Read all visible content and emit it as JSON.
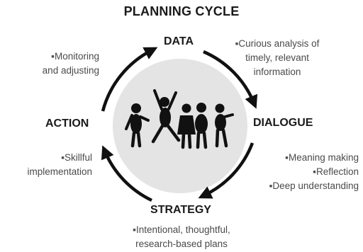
{
  "title": "PLANNING CYCLE",
  "stages": {
    "data": {
      "label": "DATA",
      "notes": [
        "▪Curious analysis of",
        "timely, relevant",
        "information"
      ]
    },
    "dialogue": {
      "label": "DIALOGUE",
      "notes": [
        "▪Meaning making",
        "▪Reflection",
        "▪Deep understanding"
      ]
    },
    "strategy": {
      "label": "STRATEGY",
      "notes": [
        "▪Intentional, thoughtful,",
        "research-based plans"
      ]
    },
    "action": {
      "label": "ACTION",
      "notes_top": [
        "▪Monitoring",
        "and adjusting"
      ],
      "notes_bottom": [
        "▪Skillful",
        "implementation"
      ]
    }
  },
  "colors": {
    "circle_fill": "#e4e4e4",
    "arrow": "#111111",
    "silhouette": "#111111",
    "label": "#1a1a1a",
    "note": "#4a4a4a"
  },
  "icons": {
    "center": "children-silhouettes",
    "arrows": "curved-arrow"
  }
}
